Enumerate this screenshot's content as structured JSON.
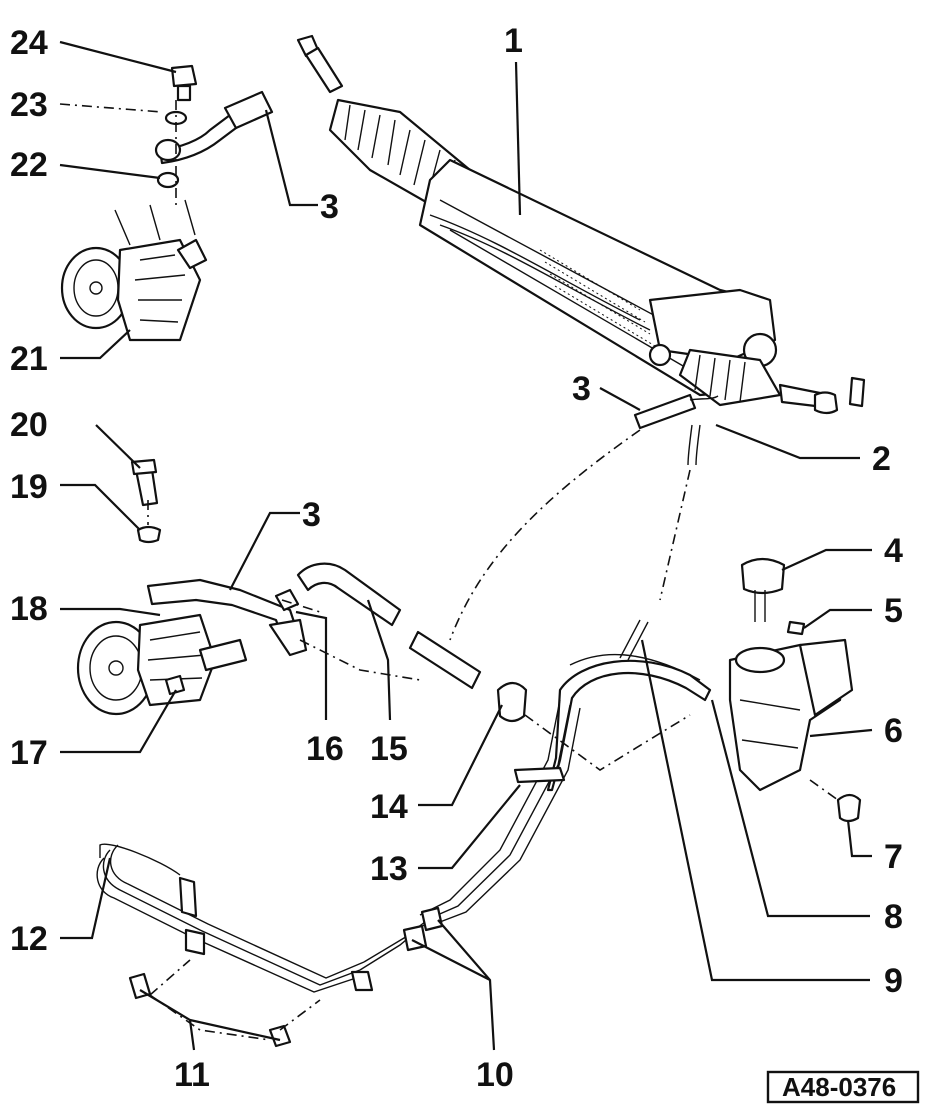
{
  "figure_id": "A48-0376",
  "callouts": {
    "c1": "1",
    "c2": "2",
    "c3a": "3",
    "c3b": "3",
    "c3c": "3",
    "c4": "4",
    "c5": "5",
    "c6": "6",
    "c7": "7",
    "c8": "8",
    "c9": "9",
    "c10": "10",
    "c11": "11",
    "c12": "12",
    "c13": "13",
    "c14": "14",
    "c15": "15",
    "c16": "16",
    "c17": "17",
    "c18": "18",
    "c19": "19",
    "c20": "20",
    "c21": "21",
    "c22": "22",
    "c23": "23",
    "c24": "24"
  }
}
